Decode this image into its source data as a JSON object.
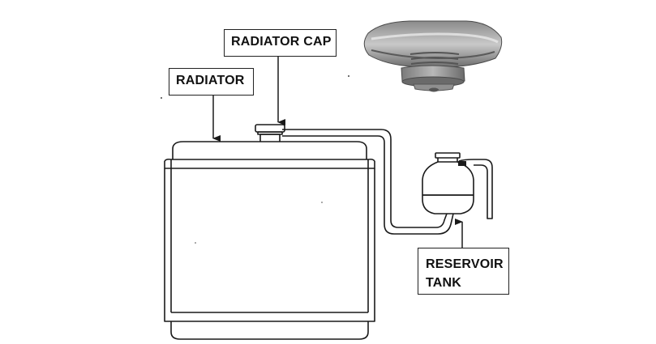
{
  "labels": {
    "radiator_cap": "RADIATOR CAP",
    "radiator": "RADIATOR",
    "reservoir_tank_line1": "RESERVOIR",
    "reservoir_tank_line2": "TANK"
  },
  "colors": {
    "line": "#1a1a1a",
    "cap_photo_dark": "#6a6a6a",
    "cap_photo_light": "#bdbdbd",
    "background": "#ffffff"
  }
}
